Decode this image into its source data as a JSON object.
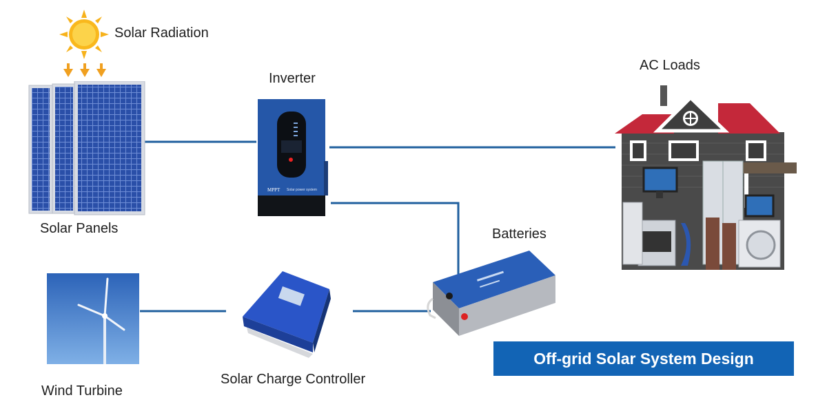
{
  "labels": {
    "solar_radiation": "Solar Radiation",
    "solar_panels": "Solar Panels",
    "inverter": "Inverter",
    "ac_loads": "AC Loads",
    "batteries": "Batteries",
    "wind_turbine": "Wind Turbine",
    "charge_controller": "Solar Charge Controller"
  },
  "banner": {
    "title": "Off-grid Solar System Design"
  },
  "inverter_device": {
    "brand": "MPPT",
    "subtitle": "Solar power system"
  },
  "colors": {
    "connector": "#1f5f9e",
    "banner": "#1264b5",
    "sun": "#f7b21b",
    "panel": "#2a4fa8",
    "roof": "#c4283a"
  }
}
